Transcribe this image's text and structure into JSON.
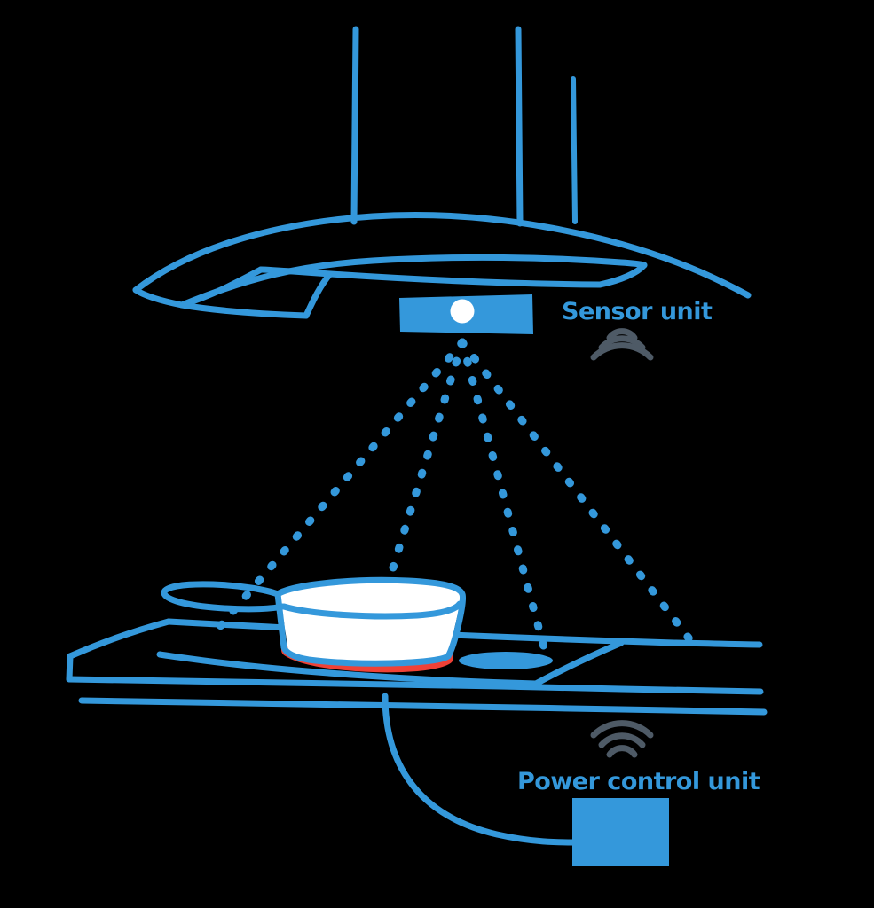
{
  "diagram": {
    "title": "Cooker hood sensor system schematic",
    "background_color": "#000000",
    "colors": {
      "primary_blue": "#3498db",
      "heat_red": "#ef4136",
      "signal_gray": "#4e5a66",
      "pan_fill": "#ffffff"
    },
    "labels": {
      "sensor_unit": "Sensor unit",
      "power_control_unit": "Power control unit"
    },
    "components": [
      {
        "id": "chimney-pipes",
        "name": "Chimney ducts",
        "count": 3,
        "color": "#3498db"
      },
      {
        "id": "range-hood",
        "name": "Range hood canopy",
        "color": "#3498db"
      },
      {
        "id": "sensor-unit",
        "name": "Sensor unit module",
        "shape": "rectangle",
        "fill": "#3498db",
        "lens": "white circle"
      },
      {
        "id": "sensor-beams",
        "name": "Infrared detection beams",
        "count": 4,
        "style": "dotted",
        "color": "#3498db"
      },
      {
        "id": "cooktop",
        "name": "Cooktop surface",
        "color": "#3498db",
        "burners": 2
      },
      {
        "id": "frying-pan",
        "name": "Frying pan",
        "fill": "#ffffff",
        "outline": "#3498db"
      },
      {
        "id": "heating-element",
        "name": "Active heating zone",
        "color": "#ef4136"
      },
      {
        "id": "power-control-unit",
        "name": "Power control unit box",
        "shape": "rectangle",
        "fill": "#3498db"
      },
      {
        "id": "power-cable",
        "name": "Power cable",
        "color": "#3498db"
      },
      {
        "id": "wireless-signal-sensor",
        "name": "Wireless signal waves near sensor unit",
        "arcs": 3,
        "color": "#4e5a66"
      },
      {
        "id": "wireless-signal-power",
        "name": "Wireless signal waves near power control unit",
        "arcs": 3,
        "color": "#4e5a66"
      }
    ]
  }
}
